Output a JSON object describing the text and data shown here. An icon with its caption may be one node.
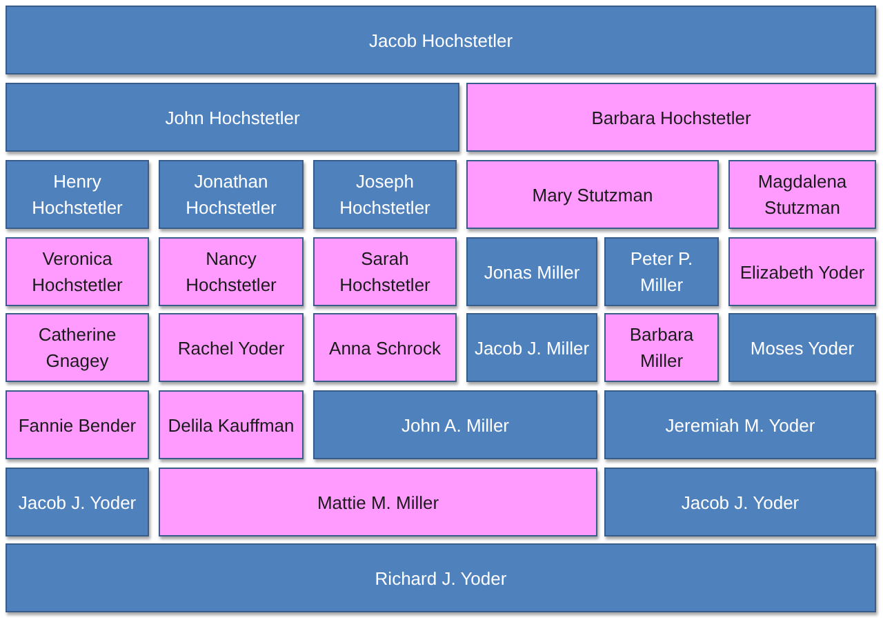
{
  "diagram": {
    "nodes": [
      {
        "text": [
          "Jacob Hochstetler"
        ]
      },
      {
        "text": [
          "John Hochstetler"
        ]
      },
      {
        "text": [
          "Barbara Hochstetler"
        ]
      },
      {
        "text": [
          "Henry Hochstetler"
        ]
      },
      {
        "text": [
          "Jonathan Hochstetler"
        ]
      },
      {
        "text": [
          "Joseph Hochstetler"
        ]
      },
      {
        "text": [
          "Mary Stutzman"
        ]
      },
      {
        "text": [
          "Magdalena Stutzman"
        ]
      },
      {
        "text": [
          "Veronica Hochstetler"
        ]
      },
      {
        "text": [
          "Nancy Hochstetler"
        ]
      },
      {
        "text": [
          "Sarah Hochstetler"
        ]
      },
      {
        "text": [
          "Jonas Miller"
        ]
      },
      {
        "text": [
          "Peter P. Miller"
        ]
      },
      {
        "text": [
          "Elizabeth Yoder"
        ]
      },
      {
        "text": [
          "Catherine Gnagey"
        ]
      },
      {
        "text": [
          "Rachel Yoder"
        ]
      },
      {
        "text": [
          "Anna Schrock"
        ]
      },
      {
        "text": [
          "Jacob J. Miller"
        ]
      },
      {
        "text": [
          "Barbara Miller"
        ]
      },
      {
        "text": [
          "Moses Yoder"
        ]
      },
      {
        "text": [
          "Fannie Bender"
        ]
      },
      {
        "text": [
          "Delila Kauffman"
        ]
      },
      {
        "text": [
          "John A. Miller"
        ]
      },
      {
        "text": [
          "Jeremiah M. Yoder"
        ]
      },
      {
        "text": [
          "Jacob J. Yoder"
        ]
      },
      {
        "text": [
          "Mattie M. Miller"
        ]
      },
      {
        "text": [
          "Jacob J. Yoder"
        ]
      },
      {
        "text": [
          "Richard J. Yoder"
        ]
      }
    ]
  }
}
